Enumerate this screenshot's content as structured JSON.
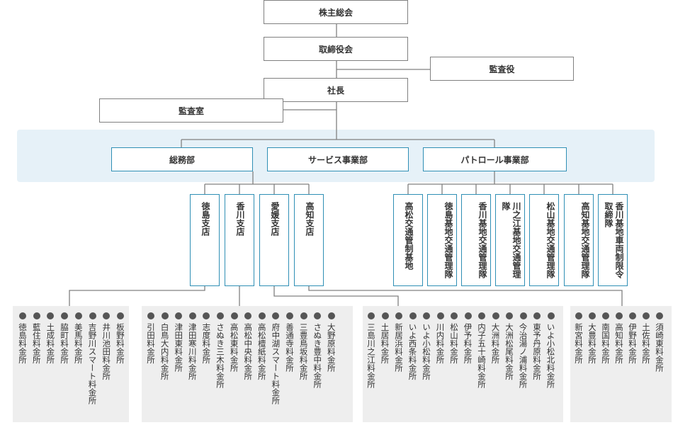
{
  "top": {
    "shareholders": "株主総会",
    "board": "取締役会",
    "auditor": "監査役",
    "president": "社長",
    "audit_office": "監査室"
  },
  "divisions": [
    "総務部",
    "サービス事業部",
    "パトロール事業部"
  ],
  "branches": [
    {
      "name": "徳島支店",
      "offices": [
        "徳島料金所",
        "藍住料金所",
        "土成料金所",
        "脇町料金所",
        "美馬料金所",
        "吉野川スマート料金所",
        "井川池田料金所",
        "板野料金所"
      ]
    },
    {
      "name": "香川支店",
      "offices": [
        "引田料金所",
        "白鳥大内料金所",
        "津田東料金所",
        "津田寒川料金所",
        "志度料金所",
        "さぬき三木料金所",
        "高松東料金所",
        "高松中央料金所",
        "高松檀紙料金所",
        "府中湖スマート料金所",
        "善通寺料金所",
        "三豊鳥坂料金所",
        "さぬき豊中料金所",
        "大野原料金所"
      ]
    },
    {
      "name": "愛媛支店",
      "offices": [
        "三島川之江料金所",
        "土居料金所",
        "新居浜料金所",
        "いよ西条料金所",
        "いよ小松料金所",
        "川内料金所",
        "松山料金所",
        "伊予料金所",
        "内子五十崎料金所",
        "大洲料金所",
        "大洲松尾料金所",
        "今治湯ノ浦料金所",
        "東予丹原料金所",
        "いよ小松北料金所"
      ]
    },
    {
      "name": "高知支店",
      "offices": [
        "新宮料金所",
        "大豊料金所",
        "南国料金所",
        "高知料金所",
        "伊野料金所",
        "土佐料金所",
        "須崎東料金所"
      ]
    }
  ],
  "patrol_units": [
    "高松交通管制基地",
    "徳島基地交通管理隊",
    "香川基地交通管理隊",
    "川之江基地交通管理隊",
    "松山基地交通管理隊",
    "高知基地交通管理隊",
    "香川基地車両制限令取締隊"
  ]
}
